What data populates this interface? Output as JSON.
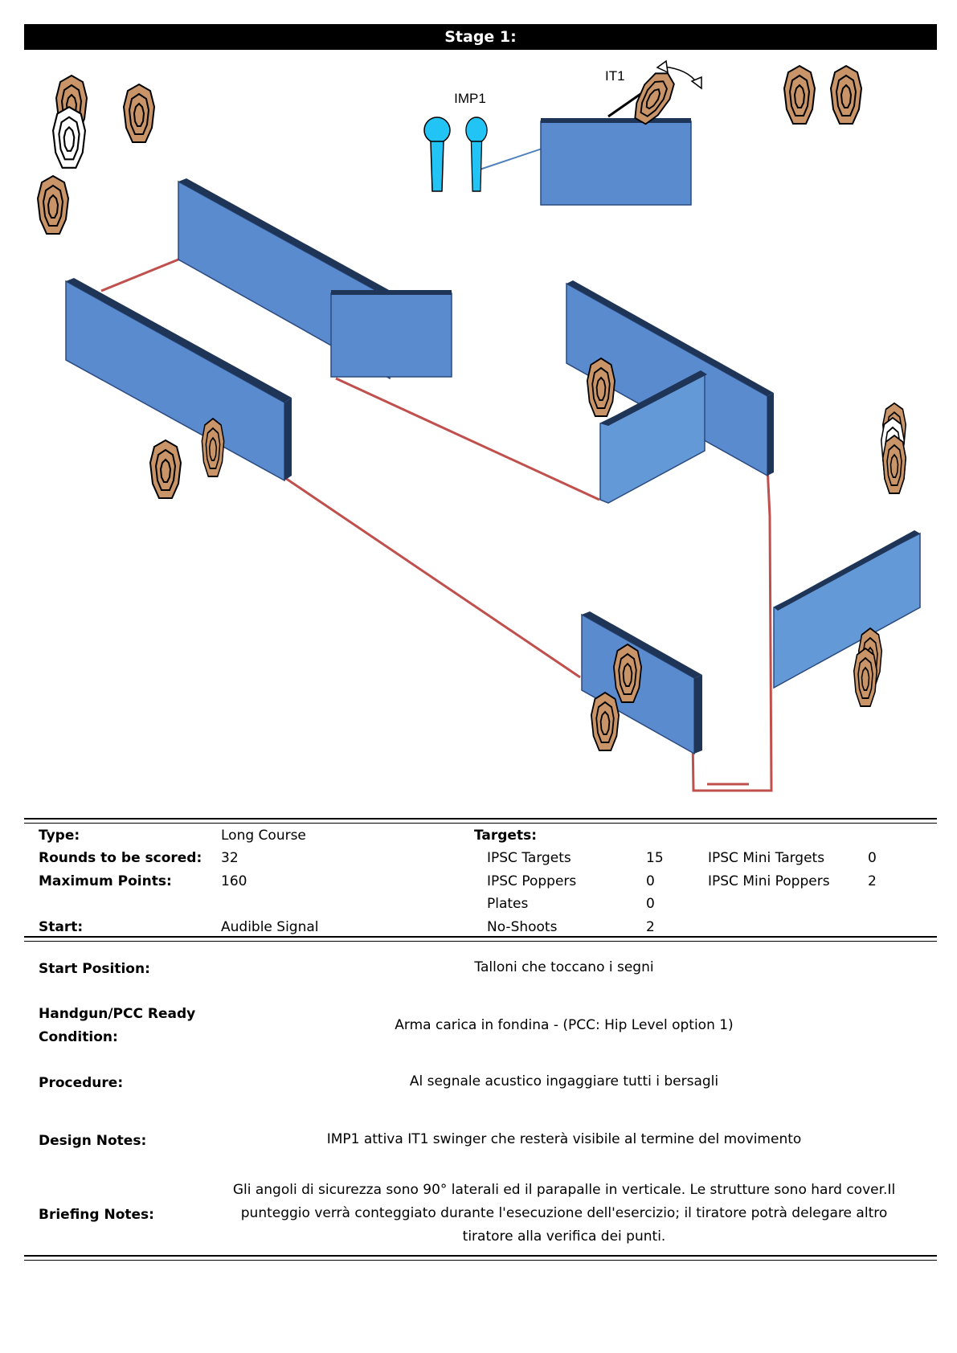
{
  "title": "Stage 1:",
  "diagram": {
    "labels": {
      "imp1": "IMP1",
      "it1": "IT1"
    },
    "colors": {
      "wall_face": "#5b8bcf",
      "wall_top": "#1f3558",
      "target_fill": "#c89468",
      "no_shoot_fill": "#ffffff",
      "popper_fill": "#21c4f5",
      "fault_line": "#c0504d",
      "activation_line": "#4f81bd"
    },
    "icons": [
      "ipsc-target-icon",
      "no-shoot-target-icon",
      "popper-icon",
      "swinger-rotation-icon"
    ]
  },
  "info": {
    "type_label": "Type:",
    "type_value": "Long Course",
    "rounds_label": "Rounds to be scored:",
    "rounds_value": "32",
    "max_points_label": "Maximum Points:",
    "max_points_value": "160",
    "start_label": "Start:",
    "start_value": "Audible Signal",
    "targets_label": "Targets:",
    "targets": [
      {
        "label": "IPSC Targets",
        "value": "15"
      },
      {
        "label": "IPSC Poppers",
        "value": "0"
      },
      {
        "label": "Plates",
        "value": "0"
      },
      {
        "label": "No-Shoots",
        "value": "2"
      }
    ],
    "mini_targets": [
      {
        "label": "IPSC Mini Targets",
        "value": "0"
      },
      {
        "label": "IPSC Mini Poppers",
        "value": "2"
      }
    ]
  },
  "details": {
    "start_position_label": "Start Position:",
    "start_position_value": "Talloni che toccano i segni",
    "ready_label_1": "Handgun/PCC Ready",
    "ready_label_2": "Condition:",
    "ready_value": "Arma carica in fondina - (PCC: Hip Level option 1)",
    "procedure_label": "Procedure:",
    "procedure_value": "Al segnale acustico ingaggiare tutti i bersagli",
    "design_label": "Design Notes:",
    "design_value": "IMP1 attiva IT1 swinger che resterà visibile al termine del movimento",
    "briefing_label": "Briefing Notes:",
    "briefing_lines": [
      "Gli angoli di sicurezza sono 90° laterali ed il parapalle in verticale. Le strutture sono hard cover.Il",
      "punteggio verrà conteggiato durante l'esecuzione dell'esercizio; il tiratore potrà delegare altro",
      "tiratore alla verifica  dei punti."
    ]
  }
}
